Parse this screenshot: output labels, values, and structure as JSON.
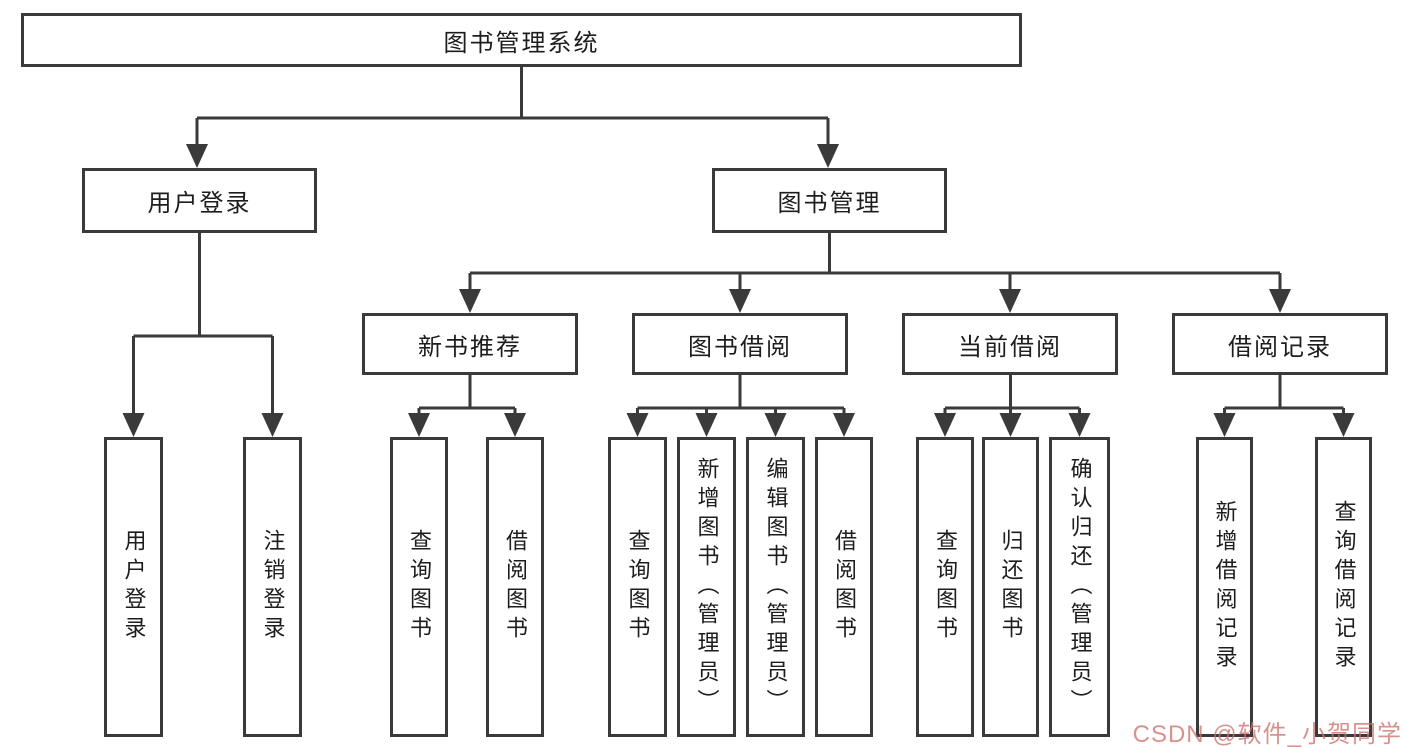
{
  "diagram_type": "hierarchy-tree",
  "colors": {
    "line": "#3a3a3a",
    "box_border": "#3a3a3a",
    "text": "#1d1d1d",
    "background": "#ffffff",
    "watermark": "#cd736e"
  },
  "tree": {
    "root": {
      "label": "图书管理系统",
      "children": [
        {
          "label": "用户登录",
          "children": [
            {
              "label": "用户登录"
            },
            {
              "label": "注销登录"
            }
          ]
        },
        {
          "label": "图书管理",
          "children": [
            {
              "label": "新书推荐",
              "children": [
                {
                  "label": "查询图书"
                },
                {
                  "label": "借阅图书"
                }
              ]
            },
            {
              "label": "图书借阅",
              "children": [
                {
                  "label": "查询图书"
                },
                {
                  "label": "新增图书（管理员）"
                },
                {
                  "label": "编辑图书（管理员）"
                },
                {
                  "label": "借阅图书"
                }
              ]
            },
            {
              "label": "当前借阅",
              "children": [
                {
                  "label": "查询图书"
                },
                {
                  "label": "归还图书"
                },
                {
                  "label": "确认归还（管理员）"
                }
              ]
            },
            {
              "label": "借阅记录",
              "children": [
                {
                  "label": "新增借阅记录"
                },
                {
                  "label": "查询借阅记录"
                }
              ]
            }
          ]
        }
      ]
    }
  },
  "watermark": "CSDN @软件_小贺同学"
}
